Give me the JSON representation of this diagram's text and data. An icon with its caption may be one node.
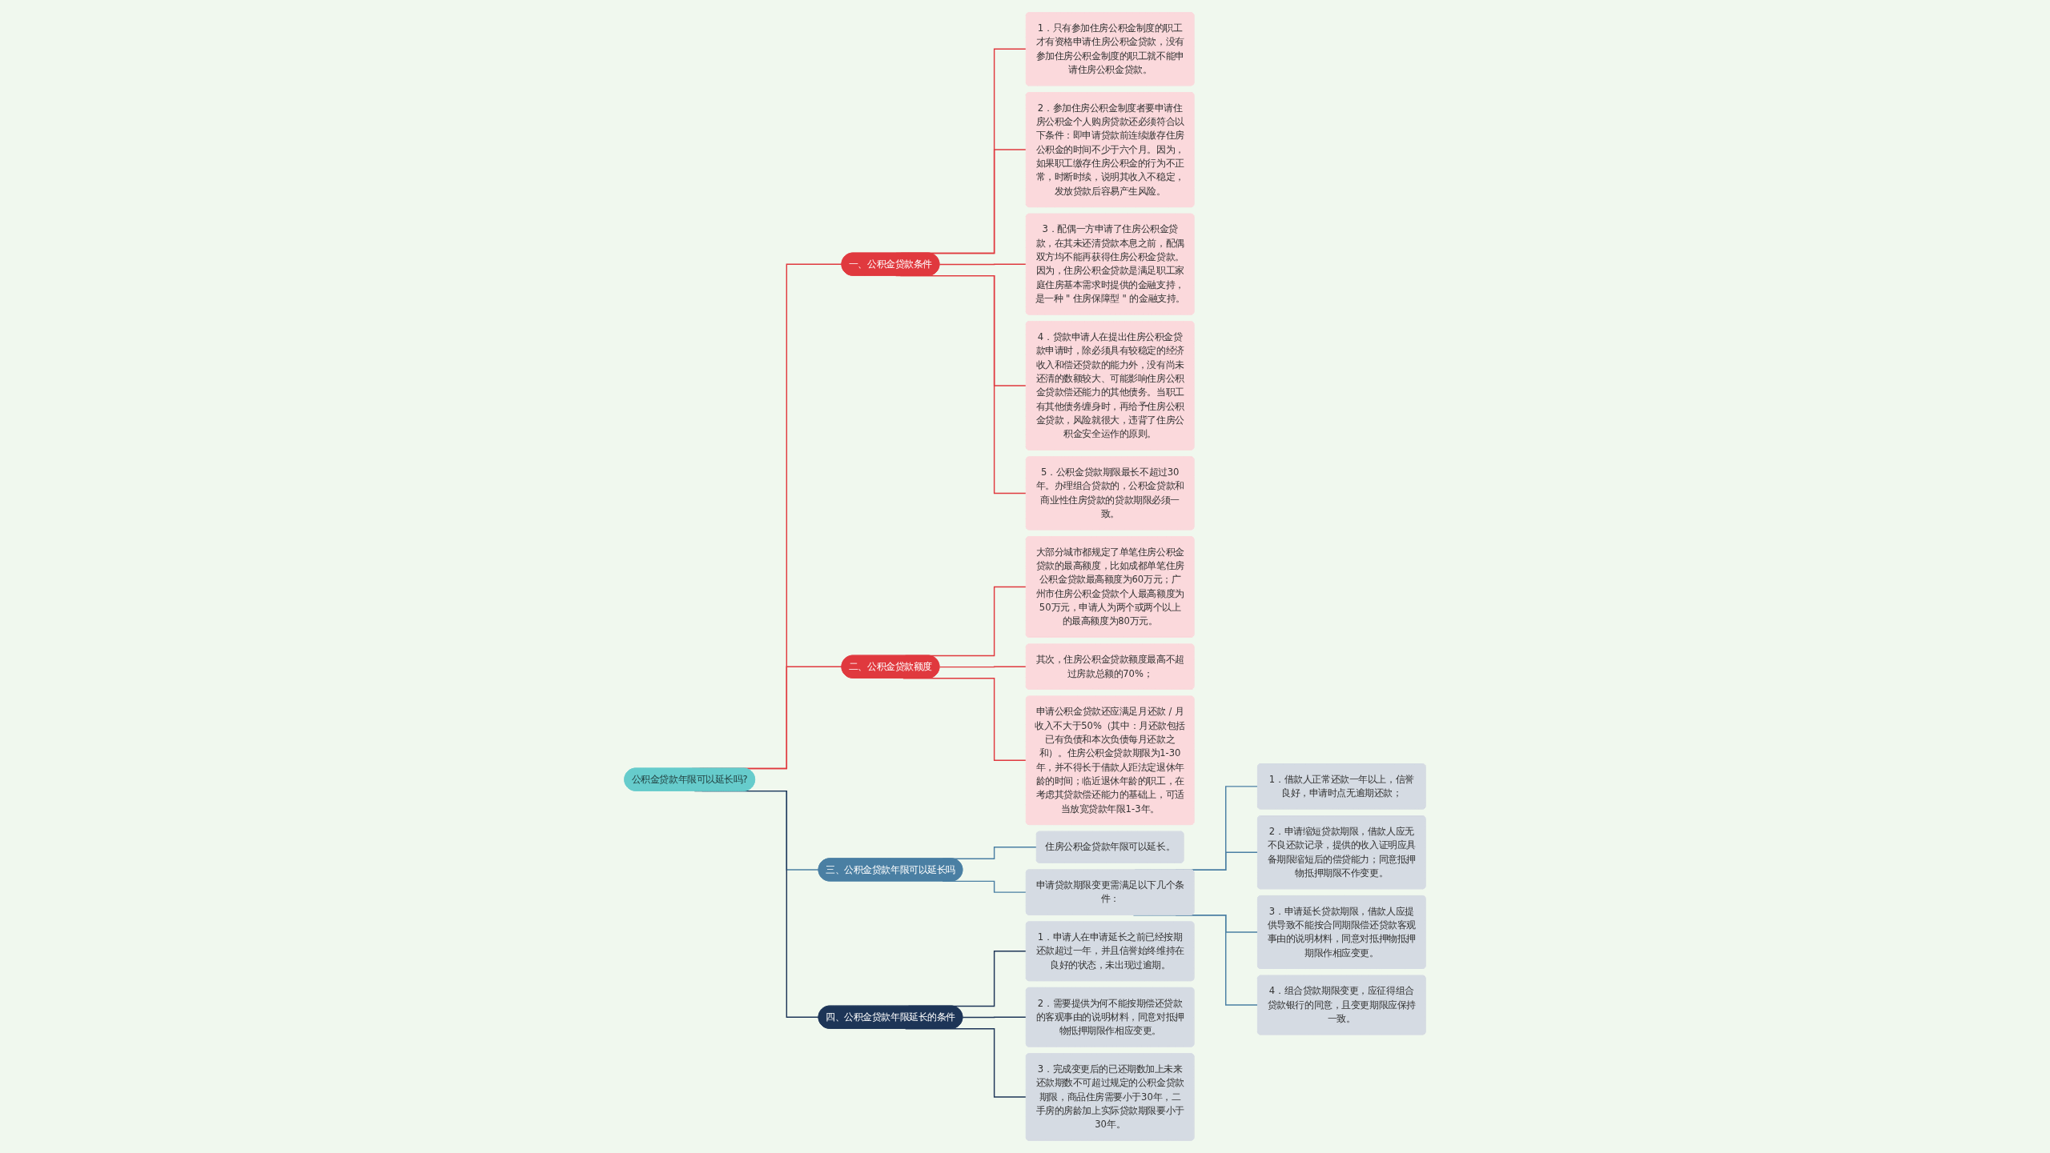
{
  "diagram": {
    "nodes": [
      {
        "text": [
          "公积金贷款年限可以延长吗?"
        ]
      },
      {
        "text": [
          "一、公积金贷款条件"
        ]
      },
      {
        "text": [
          "1．只有参加住房公积金制度的职工才有资格申请住房公积金贷款，没有参加住房公积金制度的职工就不能申请住房公积金贷款。"
        ]
      },
      {
        "text": [
          "2．参加住房公积金制度者要申请住房公积金个人购房贷款还必须符合以下条件：即申请贷款前连续缴存住房公积金的时间不少于六个月。因为，如果职工缴存住房公积金的行为不正常，时断时续，说明其收入不稳定，发放贷款后容易产生风险。"
        ]
      },
      {
        "text": [
          "3．配偶一方申请了住房公积金贷款，在其未还清贷款本息之前，配偶双方均不能再获得住房公积金贷款。因为，住房公积金贷款是满足职工家庭住房基本需求时提供的金融支持，是一种 \" 住房保障型 \" 的金融支持。"
        ]
      },
      {
        "text": [
          "4．贷款申请人在提出住房公积金贷款申请时，除必须具有较稳定的经济收入和偿还贷款的能力外，没有尚未还清的数额较大、可能影响住房公积金贷款偿还能力的其他债务。当职工有其他债务缠身时，再给予住房公积金贷款，风险就很大，违背了住房公积金安全运作的原则。"
        ]
      },
      {
        "text": [
          "5．公积金贷款期限最长不超过30年。办理组合贷款的，公积金贷款和商业性住房贷款的贷款期限必须一致。"
        ]
      },
      {
        "text": [
          "二、公积金贷款额度"
        ]
      },
      {
        "text": [
          "大部分城市都规定了单笔住房公积金贷款的最高额度，比如成都单笔住房公积金贷款最高额度为60万元；广州市住房公积金贷款个人最高额度为50万元，申请人为两个或两个以上的最高额度为80万元。"
        ]
      },
      {
        "text": [
          "其次，住房公积金贷款额度最高不超过房款总额的70%；"
        ]
      },
      {
        "text": [
          "申请公积金贷款还应满足月还款 / 月收入不大于50%（其中：月还款包括已有负债和本次负债每月还款之和）。住房公积金贷款期限为1-30年，并不得长于借款人距法定退休年龄的时间；临近退休年龄的职工，在考虑其贷款偿还能力的基础上，可适当放宽贷款年限1-3年。"
        ]
      },
      {
        "text": [
          "三、公积金贷款年限可以延长吗"
        ]
      },
      {
        "text": [
          "住房公积金贷款年限可以延长。"
        ]
      },
      {
        "text": [
          "申请贷款期限变更需满足以下几个条件："
        ]
      },
      {
        "text": [
          "1．借款人正常还款一年以上，信誉良好，申请时点无逾期还款；"
        ]
      },
      {
        "text": [
          "2．申请缩短贷款期限，借款人应无不良还款记录，提供的收入证明应具备期限缩短后的偿贷能力；同意抵押物抵押期限不作变更。"
        ]
      },
      {
        "text": [
          "3．申请延长贷款期限，借款人应提供导致不能按合同期限偿还贷款客观事由的说明材料，同意对抵押物抵押期限作相应变更。"
        ]
      },
      {
        "text": [
          "4．组合贷款期限变更，应征得组合贷款银行的同意，且变更期限应保持一致。"
        ]
      },
      {
        "text": [
          "四、公积金贷款年限延长的条件"
        ]
      },
      {
        "text": [
          "1．申请人在申请延长之前已经按期还款超过一年，并且信誉始终维持在良好的状态，未出现过逾期。"
        ]
      },
      {
        "text": [
          "2．需要提供为何不能按期偿还贷款的客观事由的说明材料，同意对抵押物抵押期限作相应变更。"
        ]
      },
      {
        "text": [
          "3．完成变更后的已还期数加上未来还款期数不可超过规定的公积金贷款期限，商品住房需要小于30年，二手房的房龄加上实际贷款期限要小于30年。"
        ]
      }
    ],
    "edges": [
      {
        "from": 0,
        "to": 1,
        "arrow": "none"
      },
      {
        "from": 1,
        "to": 2,
        "arrow": "none"
      },
      {
        "from": 1,
        "to": 3,
        "arrow": "none"
      },
      {
        "from": 1,
        "to": 4,
        "arrow": "none"
      },
      {
        "from": 1,
        "to": 5,
        "arrow": "none"
      },
      {
        "from": 1,
        "to": 6,
        "arrow": "none"
      },
      {
        "from": 0,
        "to": 7,
        "arrow": "none"
      },
      {
        "from": 7,
        "to": 8,
        "arrow": "none"
      },
      {
        "from": 7,
        "to": 9,
        "arrow": "none"
      },
      {
        "from": 7,
        "to": 10,
        "arrow": "none"
      },
      {
        "from": 0,
        "to": 11,
        "arrow": "none",
        "color": "#4a7fa3"
      },
      {
        "from": 11,
        "to": 12,
        "arrow": "none",
        "color": "#4a7fa3"
      },
      {
        "from": 11,
        "to": 13,
        "arrow": "none",
        "color": "#4a7fa3"
      },
      {
        "from": 13,
        "to": 14,
        "arrow": "none",
        "color": "#4a7fa3"
      },
      {
        "from": 13,
        "to": 15,
        "arrow": "none",
        "color": "#4a7fa3"
      },
      {
        "from": 13,
        "to": 16,
        "arrow": "none",
        "color": "#4a7fa3"
      },
      {
        "from": 13,
        "to": 17,
        "arrow": "none",
        "color": "#4a7fa3"
      },
      {
        "from": 0,
        "to": 18,
        "arrow": "none",
        "color": "#1d3557"
      },
      {
        "from": 18,
        "to": 19,
        "arrow": "none",
        "color": "#1d3557"
      },
      {
        "from": 18,
        "to": 20,
        "arrow": "none",
        "color": "#1d3557"
      },
      {
        "from": 18,
        "to": 21,
        "arrow": "none",
        "color": "#1d3557"
      }
    ]
  }
}
